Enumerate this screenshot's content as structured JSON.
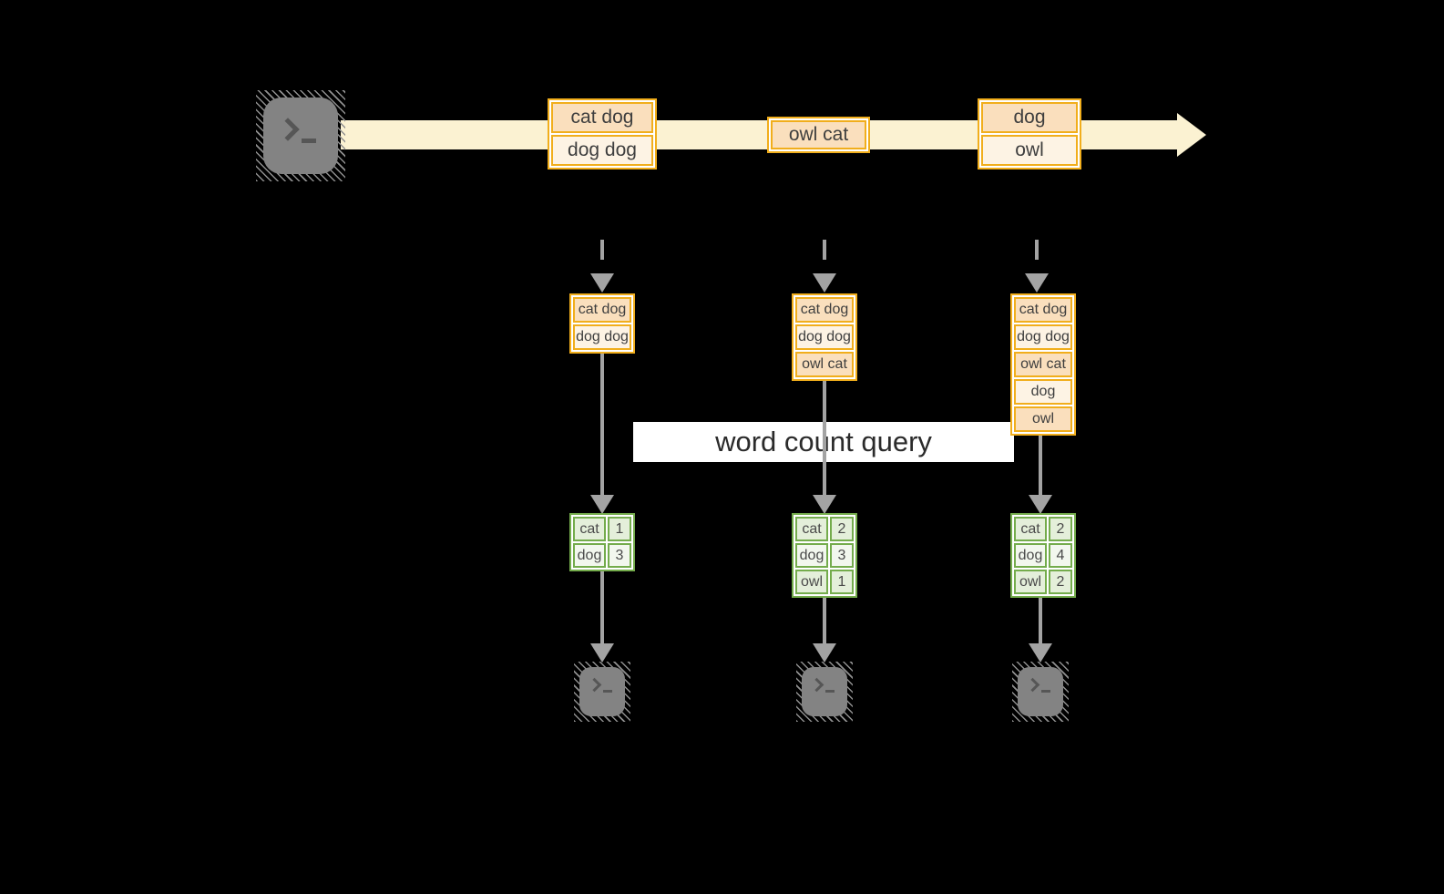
{
  "banner": {
    "label": "word count query"
  },
  "source_icon": "terminal-icon",
  "colors": {
    "stream_band": "#FBF2D2",
    "record_border": "#F1AE1C",
    "record_fill_dark": "#FADFBD",
    "record_fill_light": "#FDF3E4",
    "table_border": "#74AC4C",
    "table_fill_dark": "#E4EFDA",
    "table_fill_light": "#F2F7EE",
    "arrow_gray": "#A3A3A3",
    "terminal_gray": "#838383",
    "banner_bg": "#FFFFFF",
    "background": "#000000"
  },
  "columns": [
    {
      "timeline_records": [
        "cat dog",
        "dog dog"
      ],
      "buffered_records": [
        "cat dog",
        "dog dog"
      ],
      "word_counts": [
        {
          "word": "cat",
          "count": 1
        },
        {
          "word": "dog",
          "count": 3
        }
      ],
      "sink_icon": "terminal-icon"
    },
    {
      "timeline_records": [
        "owl cat"
      ],
      "buffered_records": [
        "cat dog",
        "dog dog",
        "owl cat"
      ],
      "word_counts": [
        {
          "word": "cat",
          "count": 2
        },
        {
          "word": "dog",
          "count": 3
        },
        {
          "word": "owl",
          "count": 1
        }
      ],
      "sink_icon": "terminal-icon"
    },
    {
      "timeline_records": [
        "dog",
        "owl"
      ],
      "buffered_records": [
        "cat dog",
        "dog dog",
        "owl cat",
        "dog",
        "owl"
      ],
      "word_counts": [
        {
          "word": "cat",
          "count": 2
        },
        {
          "word": "dog",
          "count": 4
        },
        {
          "word": "owl",
          "count": 2
        }
      ],
      "sink_icon": "terminal-icon"
    }
  ]
}
